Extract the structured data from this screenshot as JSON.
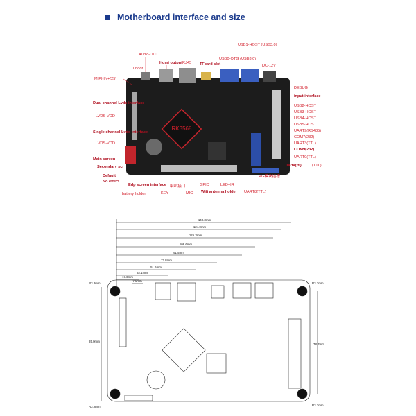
{
  "header": {
    "title": "Motherboard interface and size"
  },
  "board": {
    "chip_label": "RK3568"
  },
  "labels": [
    {
      "id": "audio-out",
      "text": "Audio-OUT"
    },
    {
      "id": "uboot",
      "text": "uboot"
    },
    {
      "id": "hdmi-output",
      "text": "Hdmi output"
    },
    {
      "id": "rj45",
      "text": "RJ45"
    },
    {
      "id": "tf-card-slot",
      "text": "TFcard slot"
    },
    {
      "id": "usb1-host",
      "text": "USB1-HOST (USB3.0)"
    },
    {
      "id": "usb0-otg",
      "text": "USB0-OTG (USB3.0)"
    },
    {
      "id": "dc-12v",
      "text": "DC-12V"
    },
    {
      "id": "mipi-in",
      "text": "MIPI-IN+(25)"
    },
    {
      "id": "dual-channel-lvds",
      "text": "Dual channel Lvds interface"
    },
    {
      "id": "lvds-vdd",
      "text": "LVDS-VDD"
    },
    {
      "id": "single-channel-lvds",
      "text": "Single channel Lvds interface"
    },
    {
      "id": "lvds-vdd-2",
      "text": "LVDS-VDD"
    },
    {
      "id": "main-screen",
      "text": "Main screen"
    },
    {
      "id": "secondary-screen",
      "text": "Secondary scr"
    },
    {
      "id": "default",
      "text": "Default"
    },
    {
      "id": "no-effect",
      "text": "No effect"
    },
    {
      "id": "edp-screen-interface",
      "text": "Edp screen interface"
    },
    {
      "id": "battery-holder",
      "text": "battery holder"
    },
    {
      "id": "key",
      "text": "KEY"
    },
    {
      "id": "speaker",
      "text": "喇叭接口"
    },
    {
      "id": "mic",
      "text": "MIC"
    },
    {
      "id": "gpio",
      "text": "GPIO"
    },
    {
      "id": "wifi-antenna",
      "text": "Wifi antenna holder"
    },
    {
      "id": "led-ir",
      "text": "LED+IR"
    },
    {
      "id": "uart8",
      "text": "UART8(TTL)"
    },
    {
      "id": "debug",
      "text": "DEBUG"
    },
    {
      "id": "input-interface",
      "text": "input interface"
    },
    {
      "id": "usb2-host",
      "text": "USB2-HOST"
    },
    {
      "id": "usb3-host",
      "text": "USB3-HOST"
    },
    {
      "id": "usb4-host",
      "text": "USB4-HOST"
    },
    {
      "id": "usb5-host",
      "text": "USB5-HOST"
    },
    {
      "id": "uart9",
      "text": "UART9(RS485)"
    },
    {
      "id": "com7",
      "text": "COM7(232)"
    },
    {
      "id": "uart3",
      "text": "UART3(TTL)"
    },
    {
      "id": "com9",
      "text": "COM9(232)"
    },
    {
      "id": "uart0",
      "text": "UART0(TTL)"
    },
    {
      "id": "uart4",
      "text": "uart4(ttl)"
    },
    {
      "id": "uart-ttl",
      "text": "(TTL)"
    },
    {
      "id": "4g",
      "text": "4G模块插槽"
    }
  ],
  "dimensions": {
    "horizontal": [
      {
        "id": "d140",
        "text": "140.3mm"
      },
      {
        "id": "d124",
        "text": "124.0mm"
      },
      {
        "id": "d1253",
        "text": "125.3mm"
      },
      {
        "id": "d1086",
        "text": "108.6mm"
      },
      {
        "id": "d915",
        "text": "91.5mm"
      },
      {
        "id": "d728",
        "text": "72.8mm"
      },
      {
        "id": "d516",
        "text": "51.6mm"
      },
      {
        "id": "d321",
        "text": "32.1mm"
      },
      {
        "id": "d176",
        "text": "17.6mm"
      },
      {
        "id": "d75",
        "text": "7.5mm"
      }
    ],
    "holes": [
      {
        "id": "h-tl",
        "text": "R3.2mm"
      },
      {
        "id": "h-tr",
        "text": "R3.2mm"
      },
      {
        "id": "h-bl",
        "text": "R3.2mm"
      },
      {
        "id": "h-br",
        "text": "R3.2mm"
      }
    ],
    "vertical": [
      {
        "id": "v85",
        "text": "85.0mm"
      },
      {
        "id": "v78",
        "text": "78.7mm"
      }
    ]
  },
  "colors": {
    "title": "#1a3a8c",
    "label": "#d21f2b",
    "board": "#1c1c1c"
  }
}
